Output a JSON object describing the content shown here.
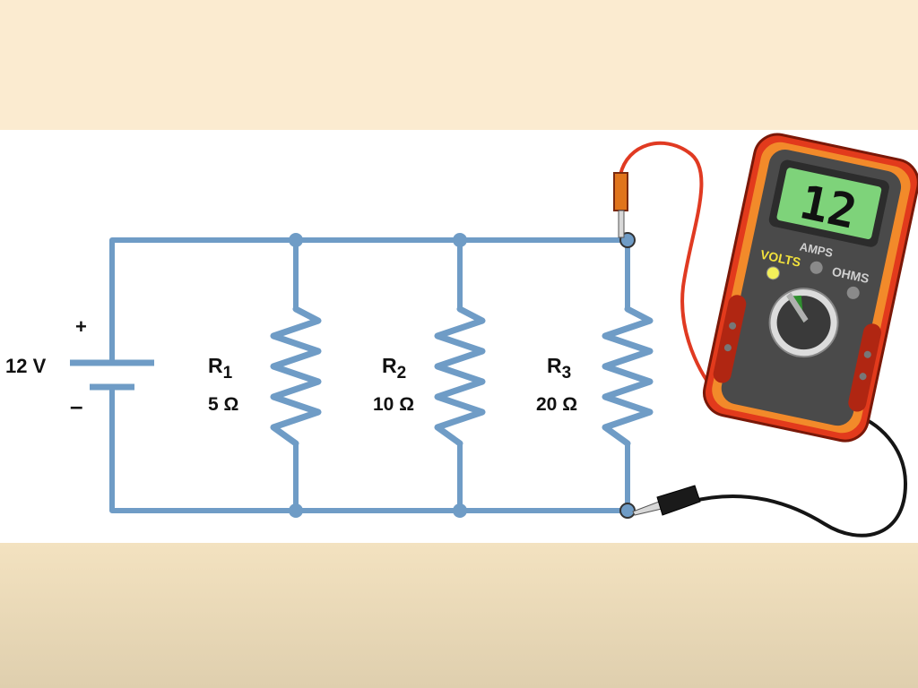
{
  "battery": {
    "voltage_label": "12 V",
    "plus": "+",
    "minus": "–"
  },
  "resistors": [
    {
      "name": "R",
      "sub": "1",
      "value": "5 Ω"
    },
    {
      "name": "R",
      "sub": "2",
      "value": "10 Ω"
    },
    {
      "name": "R",
      "sub": "3",
      "value": "20 Ω"
    }
  ],
  "meter": {
    "reading": "12",
    "mode_amps": "AMPS",
    "mode_volts": "VOLTS",
    "mode_ohms": "OHMS"
  },
  "colors": {
    "wire": "#6f9cc6",
    "band_top": "#fbebd0",
    "band_bottom": "#e6d6b4",
    "meter_body": "#e23a1c",
    "meter_face": "#4a4a4a",
    "display": "#7ed37a",
    "volts_text": "#f2e23c"
  }
}
